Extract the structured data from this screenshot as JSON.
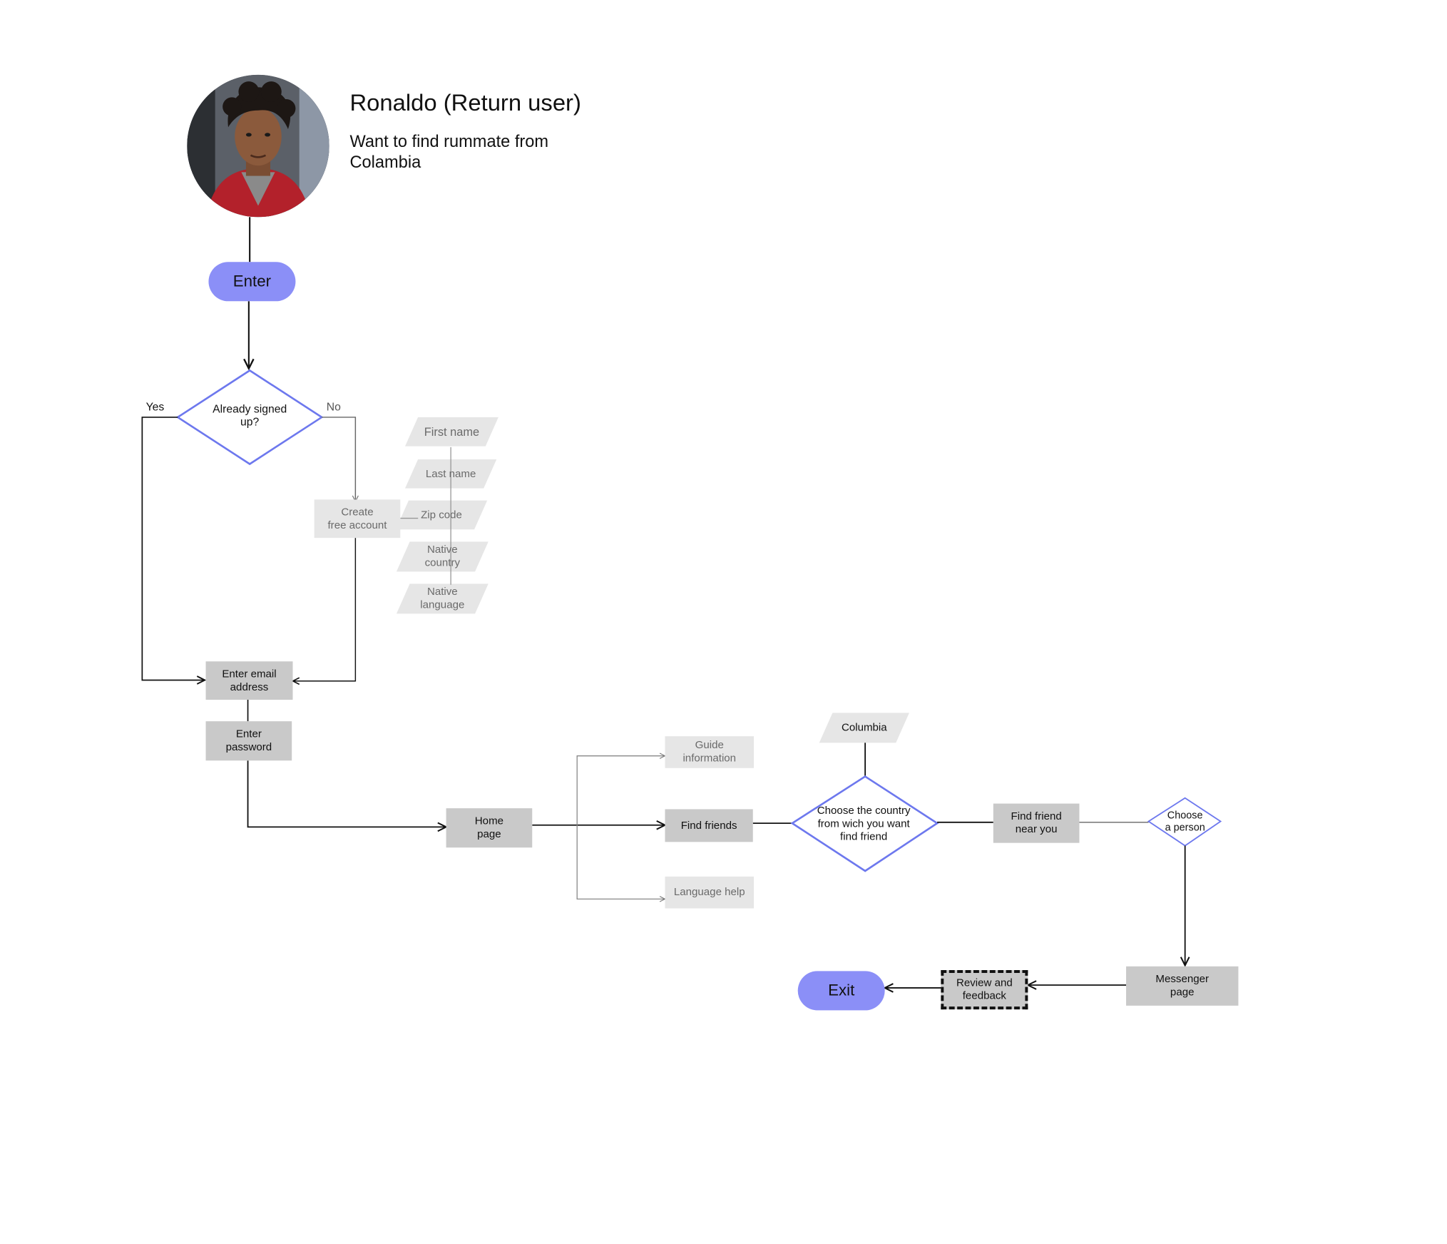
{
  "persona": {
    "name": "Ronaldo  (Return user)",
    "goal": "Want to find rummate from Colambia"
  },
  "nodes": {
    "enter": "Enter",
    "already_signed_up": "Already signed\nup?",
    "yes": "Yes",
    "no": "No",
    "create_account": "Create\nfree account",
    "first_name": "First name",
    "last_name": "Last name",
    "zip_code": "Zip code",
    "native_country": "Native\ncountry",
    "native_language": "Native\nlanguage",
    "enter_email": "Enter email\naddress",
    "enter_password": "Enter\npassword",
    "home_page": "Home\npage",
    "guide_information": "Guide\ninformation",
    "find_friends": "Find friends",
    "language_help": "Language help",
    "columbia": "Columbia",
    "choose_country": "Choose the country\nfrom wich you want\nfind friend",
    "find_friend_near": "Find friend\nnear you",
    "choose_person": "Choose\na person",
    "messenger_page": "Messenger\npage",
    "review_feedback": "Review and\nfeedback",
    "exit": "Exit"
  },
  "colors": {
    "accent": "#8b8ff7",
    "diamond_stroke": "#6d78ee",
    "box_gray": "#c9c9c9",
    "box_light": "#e6e6e6"
  }
}
